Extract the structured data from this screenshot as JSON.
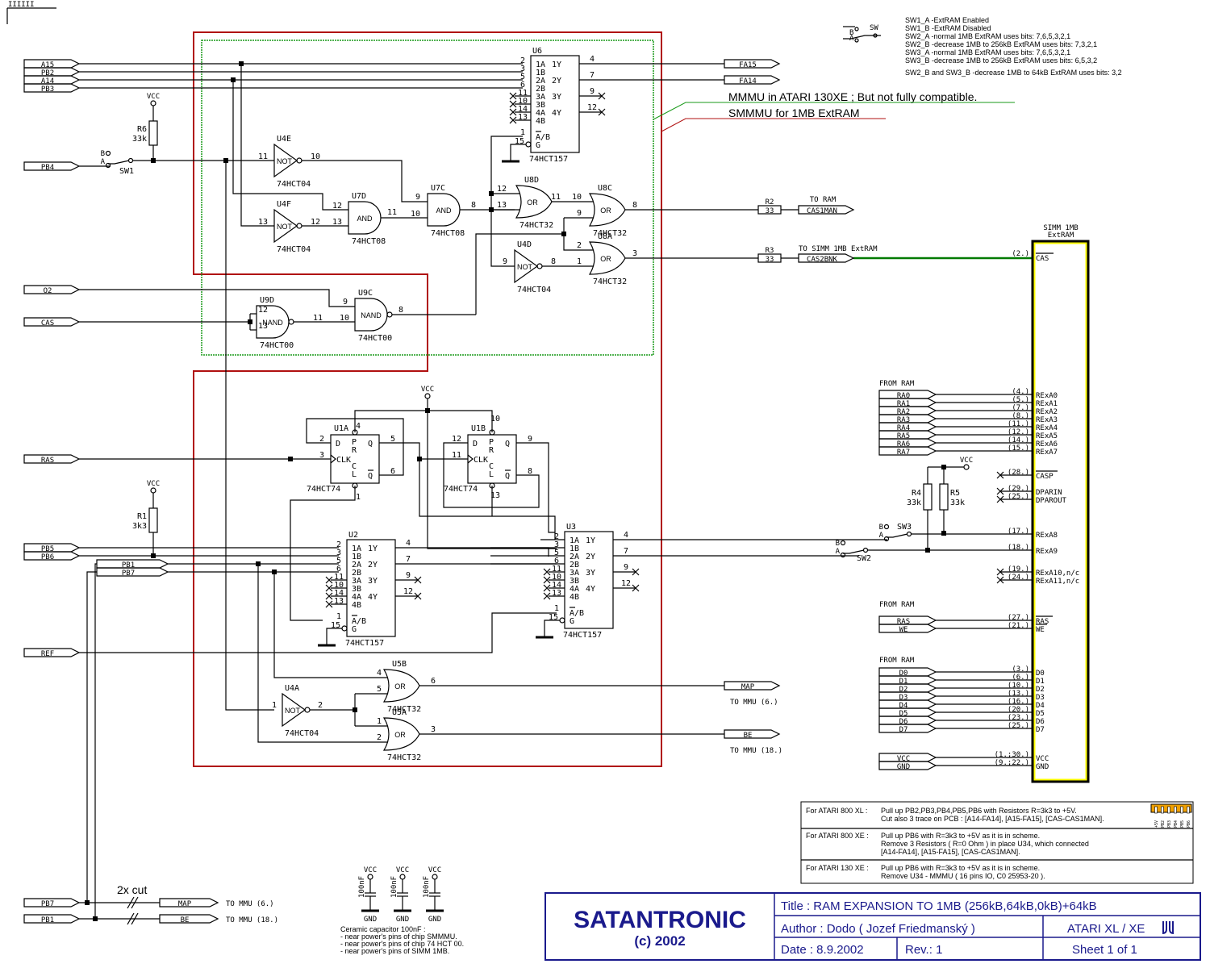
{
  "corner_marker": "IIIIII",
  "legend": {
    "switch_labels": {
      "b": "B",
      "a": "A",
      "sw": "SW"
    },
    "lines": [
      "SW1_A -ExtRAM Enabled",
      "SW1_B -ExtRAM Disabled",
      "SW2_A -normal 1MB ExtRAM uses bits: 7,6,5,3,2,1",
      "SW2_B -decrease 1MB to 256kB ExtRAM uses bits: 7,3,2,1",
      "SW3_A -normal 1MB ExtRAM uses bits: 7,6,5,3,2,1",
      "SW3_B -decrease 1MB to 256kB ExtRAM uses bits: 6,5,3,2",
      "SW2_B and SW3_B -decrease 1MB to 64kB ExtRAM uses bits: 3,2"
    ]
  },
  "annotations": {
    "mmmu": "MMMU in ATARI 130XE ; But not fully compatible.",
    "smmmu": "SMMMU for 1MB ExtRAM",
    "cut": "2x cut",
    "colors": {
      "mmmu_box": "#1a9a1a",
      "smmmu_box": "#b01010",
      "simm_box": "#ffff00",
      "title_block": "#1a1a8c"
    }
  },
  "inputs": {
    "a15": "A15",
    "pb2": "PB2",
    "a14": "A14",
    "pb3": "PB3",
    "pb4": "PB4",
    "o2": "O2",
    "cas": "CAS",
    "ras": "RAS",
    "pb5": "PB5",
    "pb6": "PB6",
    "pb1": "PB1",
    "pb7": "PB7",
    "ref": "REF",
    "pb7b": "PB7",
    "pb1b": "PB1"
  },
  "outputs": {
    "fa15": "FA15",
    "fa14": "FA14",
    "cas1man": "CAS1MAN",
    "cas1man_note": "TO RAM",
    "cas2bnk": "CAS2BNK",
    "cas2bnk_note": "TO SIMM 1MB ExtRAM",
    "map": "MAP",
    "map_note": "TO MMU (6.)",
    "be": "BE",
    "be_note": "TO MMU (18.)",
    "map2": "MAP",
    "map2_note": "TO MMU (6.)",
    "be2": "BE",
    "be2_note": "TO MMU (18.)"
  },
  "power": {
    "vcc": "VCC",
    "gnd": "GND"
  },
  "resistors": {
    "r6": {
      "name": "R6",
      "value": "33k"
    },
    "r1": {
      "name": "R1",
      "value": "3k3"
    },
    "r2": {
      "name": "R2",
      "value": "33"
    },
    "r3": {
      "name": "R3",
      "value": "33"
    },
    "r4": {
      "name": "R4",
      "value": "33k"
    },
    "r5": {
      "name": "R5",
      "value": "33k"
    }
  },
  "switches": {
    "sw1": "SW1",
    "sw2": "SW2",
    "sw3": "SW3",
    "b": "B",
    "a": "A"
  },
  "gates": {
    "u4e": {
      "ref": "U4E",
      "type": "NOT",
      "part": "74HCT04",
      "pin_in": "11",
      "pin_out": "10"
    },
    "u4f": {
      "ref": "U4F",
      "type": "NOT",
      "part": "74HCT04",
      "pin_in": "13",
      "pin_out": "12"
    },
    "u7d": {
      "ref": "U7D",
      "type": "AND",
      "part": "74HCT08",
      "pin_a": "12",
      "pin_b": "13",
      "pin_out": "11"
    },
    "u7c": {
      "ref": "U7C",
      "type": "AND",
      "part": "74HCT08",
      "pin_a": "9",
      "pin_b": "10",
      "pin_out": "8"
    },
    "u8d": {
      "ref": "U8D",
      "type": "OR",
      "part": "74HCT32",
      "pin_a": "12",
      "pin_b": "13",
      "pin_out": "11"
    },
    "u8c": {
      "ref": "U8C",
      "type": "OR",
      "part": "74HCT32",
      "pin_a": "10",
      "pin_b": "9",
      "pin_out": "8"
    },
    "u8a": {
      "ref": "U8A",
      "type": "OR",
      "part": "74HCT32",
      "pin_a": "2",
      "pin_b": "1",
      "pin_out": "3"
    },
    "u4d": {
      "ref": "U4D",
      "type": "NOT",
      "part": "74HCT04",
      "pin_in": "9",
      "pin_out": "8"
    },
    "u9d": {
      "ref": "U9D",
      "type": "NAND",
      "part": "74HCT00",
      "pin_a": "12",
      "pin_b": "13",
      "pin_out": "11"
    },
    "u9c": {
      "ref": "U9C",
      "type": "NAND",
      "part": "74HCT00",
      "pin_a": "9",
      "pin_b": "10",
      "pin_out": "8"
    },
    "u5b": {
      "ref": "U5B",
      "type": "OR",
      "part": "74HCT32",
      "pin_a": "4",
      "pin_b": "5",
      "pin_out": "6"
    },
    "u5a": {
      "ref": "U5A",
      "type": "OR",
      "part": "74HCT32",
      "pin_a": "1",
      "pin_b": "2",
      "pin_out": "3"
    },
    "u4a": {
      "ref": "U4A",
      "type": "NOT",
      "part": "74HCT04",
      "pin_in": "1",
      "pin_out": "2"
    }
  },
  "muxes": {
    "u6": {
      "ref": "U6",
      "part": "74HCT157"
    },
    "u2": {
      "ref": "U2",
      "part": "74HCT157"
    },
    "u3": {
      "ref": "U3",
      "part": "74HCT157"
    },
    "pins_left": [
      "1A",
      "1B",
      "2A",
      "2B",
      "3A",
      "3B",
      "4A",
      "4B"
    ],
    "pin_nums_left": [
      "2",
      "3",
      "5",
      "6",
      "11",
      "10",
      "14",
      "13"
    ],
    "pins_right": [
      "1Y",
      "2Y",
      "3Y",
      "4Y"
    ],
    "pin_nums_right": [
      "4",
      "7",
      "9",
      "12"
    ],
    "sel": "A/B",
    "sel_pin": "1",
    "g": "G",
    "g_pin": "15"
  },
  "flipflops": {
    "u1a": {
      "ref": "U1A",
      "part": "74HCT74",
      "d": "2",
      "pr": "4",
      "clk": "3",
      "cl": "1",
      "q": "5",
      "qn": "6"
    },
    "u1b": {
      "ref": "U1B",
      "part": "74HCT74",
      "d": "12",
      "pr": "10",
      "clk": "11",
      "cl": "13",
      "q": "9",
      "qn": "8"
    },
    "lbl_d": "D",
    "lbl_p": "P",
    "lbl_r": "R",
    "lbl_clk": "CLK",
    "lbl_c": "C",
    "lbl_l": "L",
    "lbl_q": "Q"
  },
  "simm": {
    "title1": "SIMM 1MB",
    "title2": "ExtRAM",
    "from_ram": "FROM RAM",
    "cas_pin": "(2.)",
    "cas": "CAS",
    "addr": [
      {
        "src": "RA0",
        "pin": "(4.)",
        "name": "RExA0"
      },
      {
        "src": "RA1",
        "pin": "(5.)",
        "name": "RExA1"
      },
      {
        "src": "RA2",
        "pin": "(7.)",
        "name": "RExA2"
      },
      {
        "src": "RA3",
        "pin": "(8.)",
        "name": "RExA3"
      },
      {
        "src": "RA4",
        "pin": "(11.)",
        "name": "RExA4"
      },
      {
        "src": "RA5",
        "pin": "(12.)",
        "name": "RExA5"
      },
      {
        "src": "RA6",
        "pin": "(14.)",
        "name": "RExA6"
      },
      {
        "src": "RA7",
        "pin": "(15.)",
        "name": "RExA7"
      }
    ],
    "casp": {
      "pin": "(28.)",
      "name": "CASP"
    },
    "dparin": {
      "pin": "(29.)",
      "name": "DPARIN"
    },
    "dparout": {
      "pin": "(25.)",
      "name": "DPAROUT"
    },
    "a8": {
      "pin": "(17.)",
      "name": "RExA8"
    },
    "a9": {
      "pin": "(18.)",
      "name": "RExA9"
    },
    "a10": {
      "pin": "(19.)",
      "name": "RExA10,n/c"
    },
    "a11": {
      "pin": "(24.)",
      "name": "RExA11,n/c"
    },
    "ras": {
      "src": "RAS",
      "pin": "(27.)",
      "name": "RAS"
    },
    "we": {
      "src": "WE",
      "pin": "(21.)",
      "name": "WE"
    },
    "data": [
      {
        "src": "D0",
        "pin": "(3.)",
        "name": "D0"
      },
      {
        "src": "D1",
        "pin": "(6.)",
        "name": "D1"
      },
      {
        "src": "D2",
        "pin": "(10.)",
        "name": "D2"
      },
      {
        "src": "D3",
        "pin": "(13.)",
        "name": "D3"
      },
      {
        "src": "D4",
        "pin": "(16.)",
        "name": "D4"
      },
      {
        "src": "D5",
        "pin": "(20.)",
        "name": "D5"
      },
      {
        "src": "D6",
        "pin": "(23.)",
        "name": "D6"
      },
      {
        "src": "D7",
        "pin": "(25.)",
        "name": "D7"
      }
    ],
    "vcc": {
      "src": "VCC",
      "pin": "(1.;30.)",
      "name": "VCC"
    },
    "gnd": {
      "src": "GND",
      "pin": "(9.;22.)",
      "name": "GND"
    }
  },
  "capacitors": {
    "value": "100nF",
    "note": [
      "Ceramic capacitor 100nF :",
      "- near power's pins of chip SMMMU.",
      "- near power's pins of chip 74 HCT 00.",
      "- near power's pins of SIMM 1MB."
    ]
  },
  "notes": [
    {
      "model": "For ATARI 800 XL :",
      "lines": [
        "Pull up PB2,PB3,PB4,PB5,PB6 with Resistors R=3k3 to +5V.",
        "Cut also 3 trace on PCB : [A14-FA14], [A15-FA15], [CAS-CAS1MAN]."
      ]
    },
    {
      "model": "For ATARI 800 XE :",
      "lines": [
        "Pull up PB6 with R=3k3 to +5V as it is in scheme.",
        "Remove 3 Resistors ( R=0 Ohm ) in place U34, which connected",
        "[A14-FA14], [A15-FA15], [CAS-CAS1MAN]."
      ]
    },
    {
      "model": "For ATARI 130 XE :",
      "lines": [
        "Pull up PB6 with R=3k3 to +5V as it is in scheme.",
        "Remove U34 - MMMU ( 16 pins IO, C0 25953-20 )."
      ]
    }
  ],
  "connector": {
    "pins": [
      "+5V",
      "PB2",
      "PB3",
      "PB4",
      "PB5",
      "PB6"
    ]
  },
  "title_block": {
    "company": "SATANTRONIC",
    "copyright": "(c) 2002",
    "title": "Title :  RAM EXPANSION TO 1MB   (256kB,64kB,0kB)+64kB",
    "author": "Author : Dodo  ( Jozef Friedmanský )",
    "platform": "ATARI XL / XE",
    "date": "Date :    8.9.2002",
    "rev": "Rev.: 1",
    "sheet": "Sheet    1  of    1"
  }
}
